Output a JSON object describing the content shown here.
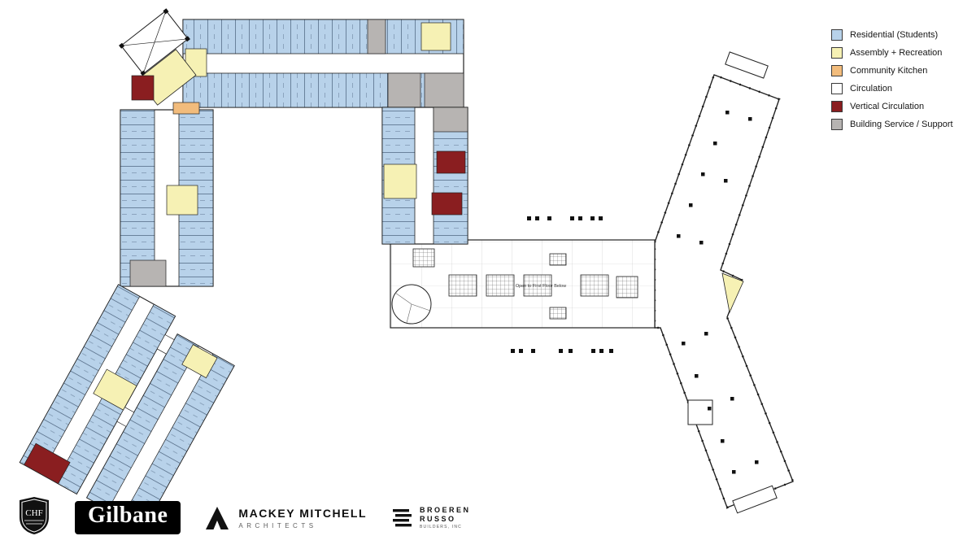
{
  "colors": {
    "residential": "#b8d2ea",
    "assembly": "#f6f1b4",
    "kitchen": "#f2bc7c",
    "circulation": "#ffffff",
    "vertical": "#8a1e20",
    "service": "#b7b4b2",
    "outline": "#222222"
  },
  "legend": {
    "items": [
      {
        "id": "residential",
        "label": "Residential (Students)",
        "color": "#b8d2ea"
      },
      {
        "id": "assembly",
        "label": "Assembly + Recreation",
        "color": "#f6f1b4"
      },
      {
        "id": "kitchen",
        "label": "Community Kitchen",
        "color": "#f2bc7c"
      },
      {
        "id": "circulation",
        "label": "Circulation",
        "color": "#ffffff"
      },
      {
        "id": "vertical",
        "label": "Vertical Circulation",
        "color": "#8a1e20"
      },
      {
        "id": "service",
        "label": "Building Service / Support",
        "color": "#b7b4b2"
      }
    ]
  },
  "plan": {
    "annotations": {
      "open_to_below": "Open to First Floor Below"
    }
  },
  "footer": {
    "chf": {
      "text": "CHF"
    },
    "gilbane": {
      "text": "Gilbane"
    },
    "mackey": {
      "line1": "MACKEY MITCHELL",
      "line2": "ARCHITECTS"
    },
    "broeren": {
      "line1": "BROEREN",
      "line2": "RUSSO",
      "line3": "BUILDERS, INC"
    }
  }
}
